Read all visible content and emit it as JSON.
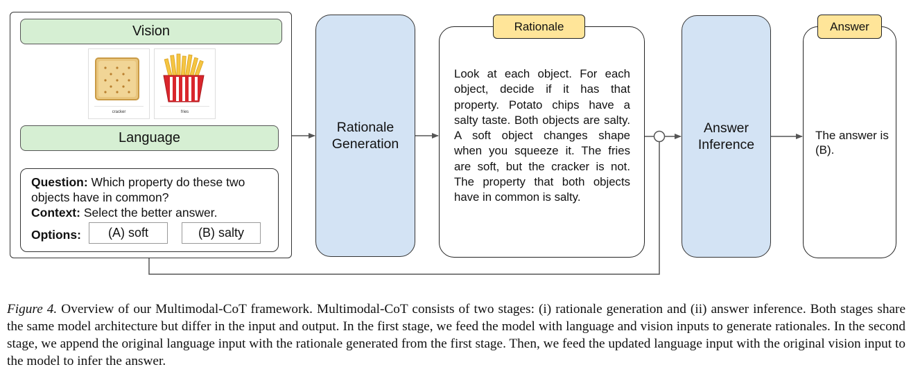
{
  "input": {
    "vision_label": "Vision",
    "language_label": "Language",
    "images": [
      {
        "caption": "cracker",
        "icon": "cracker-icon"
      },
      {
        "caption": "fries",
        "icon": "fries-icon"
      }
    ],
    "question_label": "Question:",
    "question_text": "Which property do these two objects have in common?",
    "context_label": "Context:",
    "context_text": "Select the better answer.",
    "options_label": "Options:",
    "options": [
      "(A) soft",
      "(B) salty"
    ]
  },
  "stages": {
    "rationale_generation": "Rationale Generation",
    "answer_inference": "Answer Inference"
  },
  "rationale": {
    "tag": "Rationale",
    "text": "Look at each object. For each object, decide if it has that property. Potato chips have a salty taste. Both objects are salty. A soft object changes shape when you squeeze it. The fries are soft, but the cracker is not. The property that both objects have in common is salty."
  },
  "answer": {
    "tag": "Answer",
    "text": "The answer is (B)."
  },
  "caption": {
    "label": "Figure 4.",
    "text": "Overview of our Multimodal-CoT framework. Multimodal-CoT consists of two stages: (i) rationale generation and (ii) answer inference. Both stages share the same model architecture but differ in the input and output. In the first stage, we feed the model with language and vision inputs to generate rationales. In the second stage, we append the original language input with the rationale generated from the first stage. Then, we feed the updated language input with the original vision input to the model to infer the answer."
  },
  "colors": {
    "vision_language_fill": "#d6efd3",
    "stage_fill": "#d3e3f4",
    "tag_fill": "#ffe599"
  }
}
